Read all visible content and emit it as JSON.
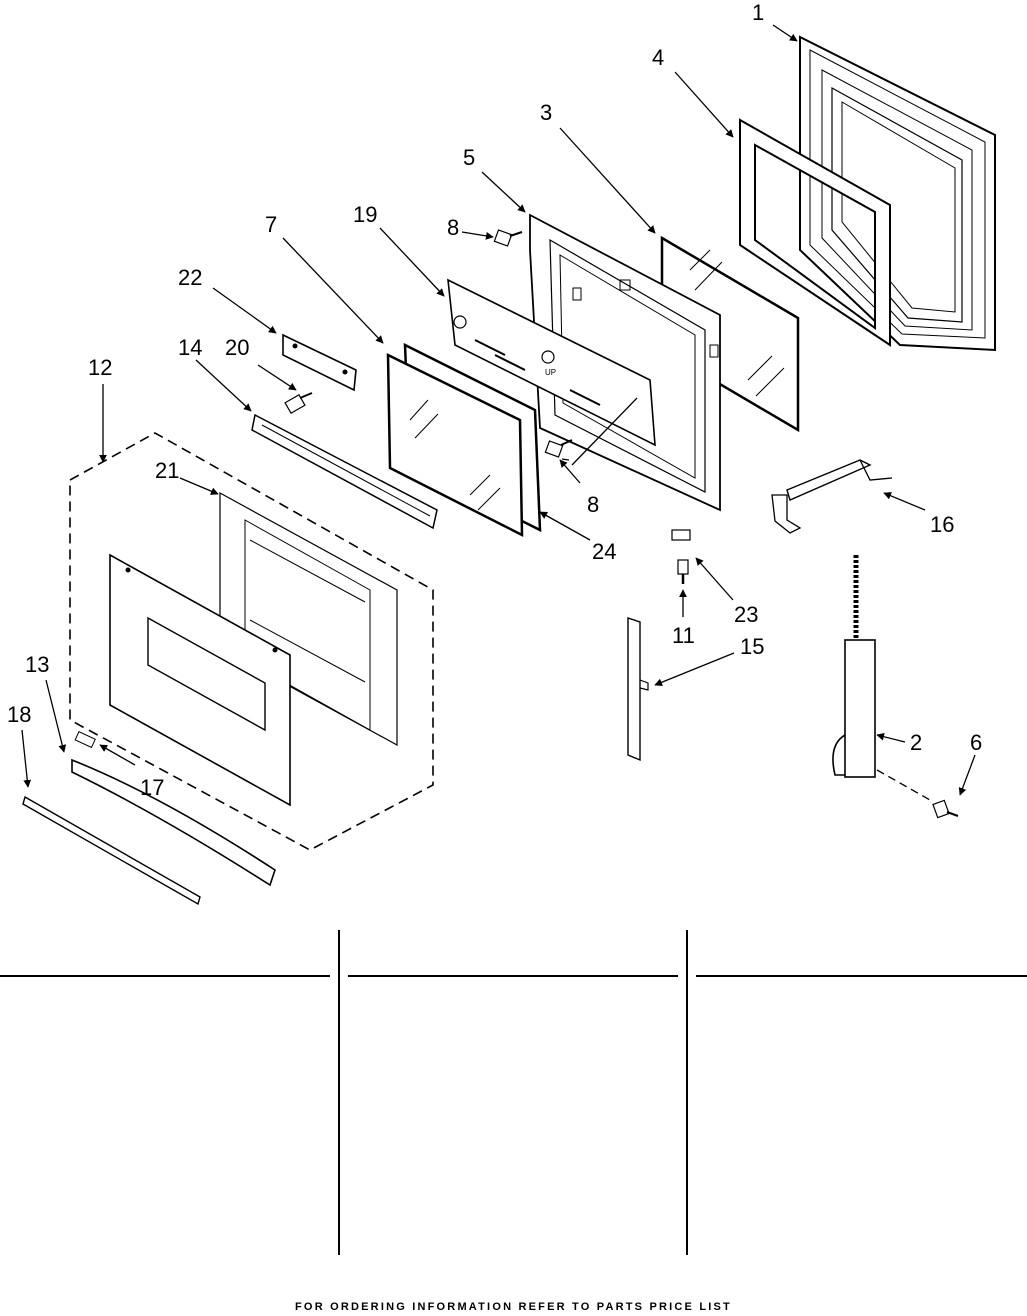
{
  "callouts": {
    "c1": "1",
    "c4": "4",
    "c3": "3",
    "c5": "5",
    "c7": "7",
    "c19": "19",
    "c8a": "8",
    "c8b": "8",
    "c22": "22",
    "c14": "14",
    "c20": "20",
    "c12": "12",
    "c21": "21",
    "c24": "24",
    "c16": "16",
    "c23": "23",
    "c11": "11",
    "c15": "15",
    "c2": "2",
    "c6": "6",
    "c13": "13",
    "c18": "18",
    "c17": "17"
  },
  "stamp_text": "UP",
  "footer": "FOR ORDERING INFORMATION REFER TO PARTS PRICE LIST"
}
